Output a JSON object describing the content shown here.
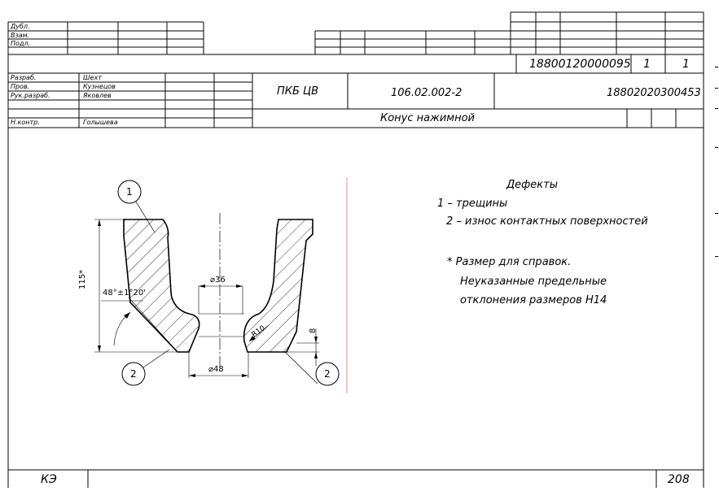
{
  "header": {
    "sign_rows": [
      "Дубл.",
      "Взам.",
      "Подл."
    ],
    "doc_number": "18800120000095",
    "sheet": "1",
    "sheets": "1",
    "rows": [
      {
        "role": "Разраб.",
        "name": "Шехт"
      },
      {
        "role": "Пров.",
        "name": "Кузнецов"
      },
      {
        "role": "Рук.разраб.",
        "name": "Яковлев"
      },
      {
        "role": "Н.контр.",
        "name": "Голышева"
      }
    ],
    "org": "ПКБ ЦВ",
    "designation": "106.02.002-2",
    "code": "18802020300453",
    "part_name": "Конус нажимной"
  },
  "drawing": {
    "callout_1": "1",
    "callout_2a": "2",
    "callout_2b": "2",
    "dim_height": "115*",
    "dim_angle": "48°±1°20'",
    "dim_d36": "⌀36",
    "dim_d48": "⌀48",
    "dim_r10": "R10",
    "dim_8": "8"
  },
  "notes": {
    "defects_title": "Дефекты",
    "defect_1": "1  – трещины",
    "defect_2": "2  – износ контактных поверхностей",
    "note_1": "*  Размер для справок.",
    "note_2": "Неуказанные предельные",
    "note_3": "отклонения размеров Н14"
  },
  "footer": {
    "doc_type": "КЭ",
    "page": "208"
  }
}
